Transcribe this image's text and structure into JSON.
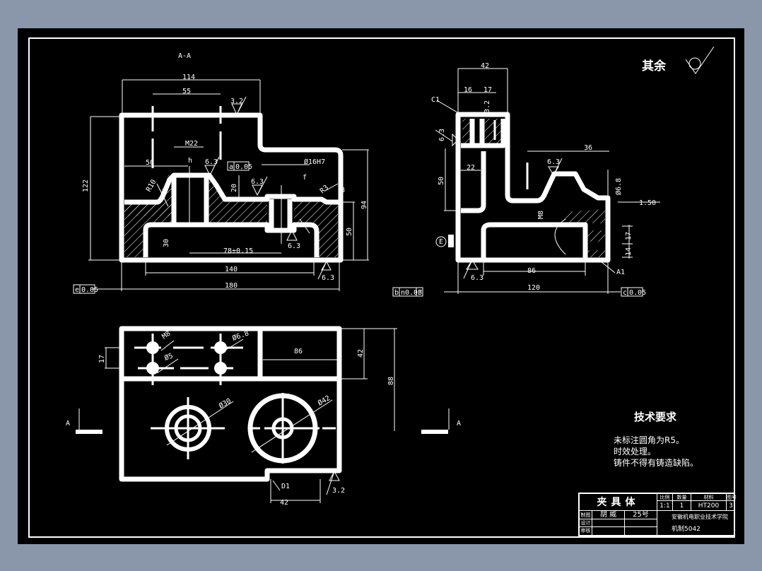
{
  "drawing": {
    "section_label": "A-A",
    "roughness_note": {
      "label": "其余",
      "symbol": "surface-roughness-unmachined-icon"
    },
    "tech_requirements": {
      "title": "技术要求",
      "lines": [
        "未标注圆角为R5。",
        "时效处理。",
        "铸件不得有铸造缺陷。"
      ]
    },
    "section_view": {
      "dims": {
        "d114": "114",
        "d55": "55",
        "m22": "M22",
        "d50": "50",
        "d16h7": "Ø16H7",
        "d122": "122",
        "d94": "94",
        "d20": "20",
        "d50b": "50",
        "d30": "30",
        "d78": "78±0.15",
        "d140": "140",
        "d180": "180",
        "r10": "R10",
        "r3": "R3",
        "d8": "8"
      },
      "roughness": [
        "3.2",
        "6.3",
        "6.3",
        "6.3",
        "6.3"
      ],
      "leaders": [
        "h",
        "f"
      ],
      "tolerance_frames": [
        {
          "sym": "a",
          "val": "0.05"
        },
        {
          "sym": "e",
          "val": "0.05"
        }
      ]
    },
    "side_view": {
      "dims": {
        "d42": "42",
        "d16": "16",
        "d17": "17",
        "c1": "C1",
        "d22": "22",
        "d50": "50",
        "d36": "36",
        "d68": "Ø6.8",
        "d150": "1.50",
        "m8": "M8",
        "d17b": "17",
        "d14": "14",
        "d86": "86",
        "d120": "120",
        "a1": "A1",
        "e": "E"
      },
      "roughness": [
        "6.3",
        "6.3",
        "6.3",
        "3.2"
      ],
      "tolerance_frames": [
        {
          "sym": "b",
          "val": "n0.03",
          "ref": "F"
        },
        {
          "sym": "c",
          "val": "0.05"
        }
      ]
    },
    "top_view": {
      "dims": {
        "m8": "M8",
        "d68": "Ø6.8",
        "d5": "Ø5",
        "d17": "17",
        "d86": "86",
        "d42": "42",
        "d88": "88",
        "d30": "Ø30",
        "d42b": "Ø42",
        "d1": "D1",
        "d42c": "42",
        "r32": "3.2"
      },
      "section_markers": [
        "A",
        "A"
      ]
    }
  },
  "title_block": {
    "part_name": "夹具体",
    "headers": [
      "比例",
      "数量",
      "材料",
      "图号"
    ],
    "values": [
      "1:1",
      "1",
      "HT200",
      "3"
    ],
    "rows": [
      {
        "role": "制图",
        "name": "胡 威",
        "id": "25号"
      },
      {
        "role": "设计",
        "name": "",
        "id": ""
      },
      {
        "role": "审核",
        "name": "",
        "id": ""
      }
    ],
    "school": "安徽机电职业技术学院",
    "class": "机制5042"
  }
}
